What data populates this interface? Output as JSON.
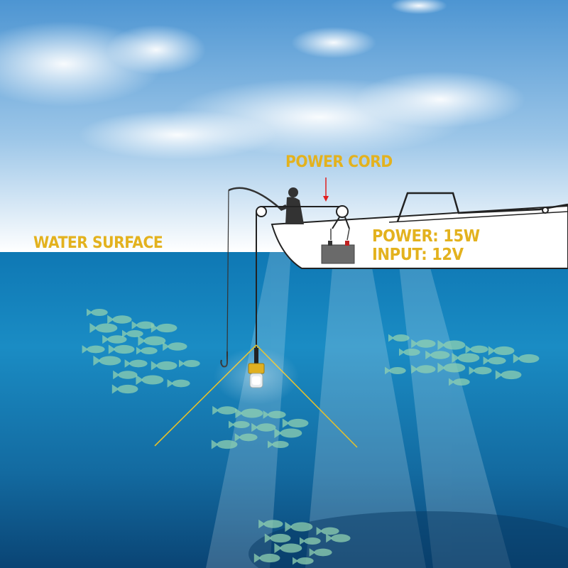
{
  "labels": {
    "power_cord": "POWER CORD",
    "water_surface": "WATER SURFACE",
    "power": "POWER: 15W",
    "input": "INPUT: 12V"
  },
  "colors": {
    "label": "#e3b21e",
    "sky_top": "#5a9ed6",
    "sky_bottom": "#ffffff",
    "water_top": "#1585bf",
    "water_bottom": "#0b4a78",
    "fish": "#8fd0b0",
    "light_beam": "#e3c02c",
    "arrow": "#e02020"
  },
  "icons": {
    "boat": "boat-icon",
    "fisherman": "fisherman-icon",
    "battery": "battery-icon",
    "fishing_hook": "fishing-hook-icon",
    "underwater_light": "underwater-light-icon",
    "fish": "fish-icon"
  }
}
